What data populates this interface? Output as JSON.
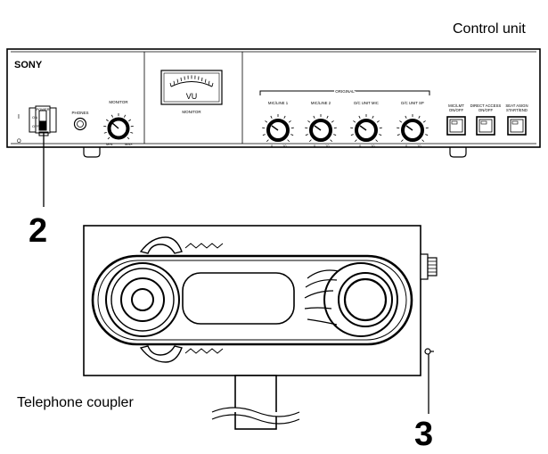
{
  "captions": {
    "control_unit": "Control unit",
    "telephone_coupler": "Telephone coupler"
  },
  "callouts": {
    "step_2": "2",
    "step_3": "3"
  },
  "panel": {
    "brand": "SONY",
    "power_label": "POWER",
    "power_on": "ON",
    "power_off": "OFF",
    "power_symbol_on": "I",
    "power_symbol_off": "O",
    "phones_label": "PHONES",
    "monitor_knob_label": "MONITOR",
    "monitor_min": "MIN",
    "monitor_max": "MAX",
    "vu_text": "VU",
    "vu_caption": "MONITOR",
    "original_label": "ORIGINAL",
    "knobs": [
      {
        "label": "MIC/LINE 1",
        "min": "0",
        "max": "10"
      },
      {
        "label": "MIC/LINE 2",
        "min": "0",
        "max": "10"
      },
      {
        "label": "D/C UNIT MIC",
        "min": "0",
        "max": "10"
      },
      {
        "label": "D/C UNIT SP",
        "min": "0",
        "max": "10"
      }
    ],
    "buttons": [
      {
        "line1": "MIC/LMT",
        "line2": "ON/OFF"
      },
      {
        "line1": "DIRECT ACCESS",
        "line2": "ON/OFF"
      },
      {
        "line1": "SEAT ASIGN",
        "line2": "START/END"
      }
    ]
  },
  "colors": {
    "line": "#000000",
    "panel_face": "#ffffff",
    "button_led": "#ffffff"
  }
}
